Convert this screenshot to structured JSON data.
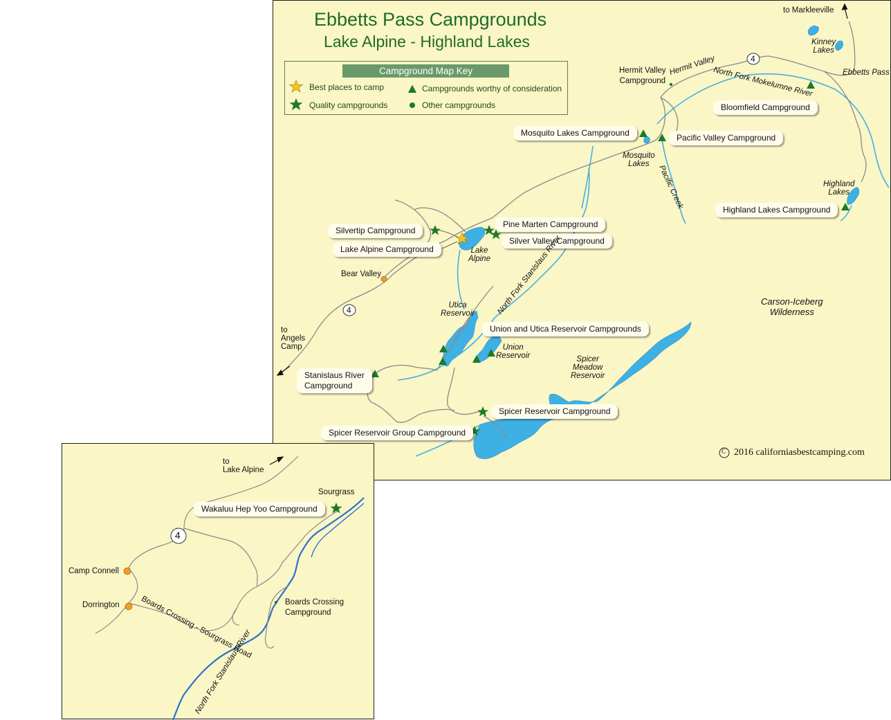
{
  "map_title": "Ebbetts Pass Campgrounds",
  "map_subtitle": "Lake Alpine - Highland Lakes",
  "legend": {
    "title": "Campground Map Key",
    "best": "Best places to camp",
    "quality": "Quality campgrounds",
    "worthy": "Campgrounds worthy of consideration",
    "other": "Other campgrounds"
  },
  "colors": {
    "background": "#faf6c6",
    "water": "#3fb0e4",
    "road": "#8a8a8a",
    "campground_marker": "#1d7a2a",
    "best_star": "#f7c31c",
    "town_dot": "#f49b24",
    "legend_header": "#6a9a69",
    "title_green": "#1f6b2a"
  },
  "campgrounds": {
    "silvertip": "Silvertip Campground",
    "lake_alpine": "Lake Alpine Campground",
    "pine_marten": "Pine Marten Campground",
    "silver_valley": "Silver Valley Campground",
    "mosquito_lakes": "Mosquito Lakes Campground",
    "pacific_valley": "Pacific Valley Campground",
    "bloomfield": "Bloomfield Campground",
    "highland_lakes": "Highland Lakes Campground",
    "union_utica": "Union and Utica Reservoir Campgrounds",
    "stanislaus_river_1": "Stanislaus River",
    "stanislaus_river_2": "Campground",
    "spicer_reservoir": "Spicer Reservoir Campground",
    "spicer_group": "Spicer Reservoir Group Campground",
    "wakaluu": "Wakaluu Hep Yoo Campground"
  },
  "labels": {
    "to_markleeville": "to Markleeville",
    "kinney_1": "Kinney",
    "kinney_2": "Lakes",
    "ebbetts_pass": "Ebbetts Pass",
    "hermit_valley_cg_1": "Hermit Valley",
    "hermit_valley_cg_2": "Campground",
    "hermit_valley": "Hermit Valley",
    "nf_mokelumne": "North Fork Mokelumne River",
    "mosquito_1": "Mosquito",
    "mosquito_2": "Lakes",
    "pacific_creek": "Pacific Creek",
    "highland_1": "Highland",
    "highland_2": "Lakes",
    "lake_alpine_1": "Lake",
    "lake_alpine_2": "Alpine",
    "bear_valley": "Bear Valley",
    "nf_stanislaus": "North Fork Stanislaus River",
    "utica_1": "Utica",
    "utica_2": "Reservoir",
    "union_1": "Union",
    "union_2": "Reservoir",
    "carson_1": "Carson-Iceberg",
    "carson_2": "Wilderness",
    "angels_1": "to",
    "angels_2": "Angels",
    "angels_3": "Camp",
    "spicer_1": "Spicer",
    "spicer_2": "Meadow",
    "spicer_3": "Reservoir",
    "copyright": "2016 californiasbestcamping.com",
    "copyright_symbol": "C",
    "hwy_shield": "4"
  },
  "inset": {
    "to_lake_alpine_1": "to",
    "to_lake_alpine_2": "Lake Alpine",
    "sourgrass": "Sourgrass",
    "camp_connell": "Camp Connell",
    "dorrington": "Dorrington",
    "boards_crossing_road": "Boards Crossing - Sourgrass Road",
    "boards_crossing_cg_1": "Boards Crossing",
    "boards_crossing_cg_2": "Campground",
    "nf_stanislaus": "North Fork Stanislaus River",
    "hwy_shield": "4"
  }
}
